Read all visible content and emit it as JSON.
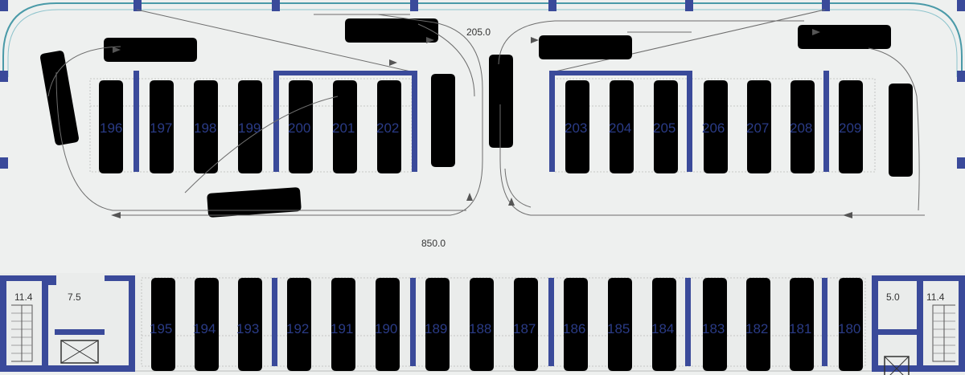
{
  "plan": {
    "dimensions": {
      "top_width": "205.0",
      "total_length": "850.0",
      "left_stair": "11.4",
      "left_lift": "7.5",
      "right_lift": "5.0",
      "right_stair": "11.4"
    },
    "top_row_spots": [
      "196",
      "197",
      "198",
      "199",
      "200",
      "201",
      "202",
      "203",
      "204",
      "205",
      "206",
      "207",
      "208",
      "209"
    ],
    "bottom_row_spots": [
      "195",
      "194",
      "193",
      "192",
      "191",
      "190",
      "189",
      "188",
      "187",
      "186",
      "185",
      "184",
      "183",
      "182",
      "181",
      "180"
    ],
    "colors": {
      "wall": "#3a4a9a",
      "spot_number": "#2a3b86",
      "floor": "#eef0ef",
      "border_curve": "#4a9aa8"
    }
  }
}
